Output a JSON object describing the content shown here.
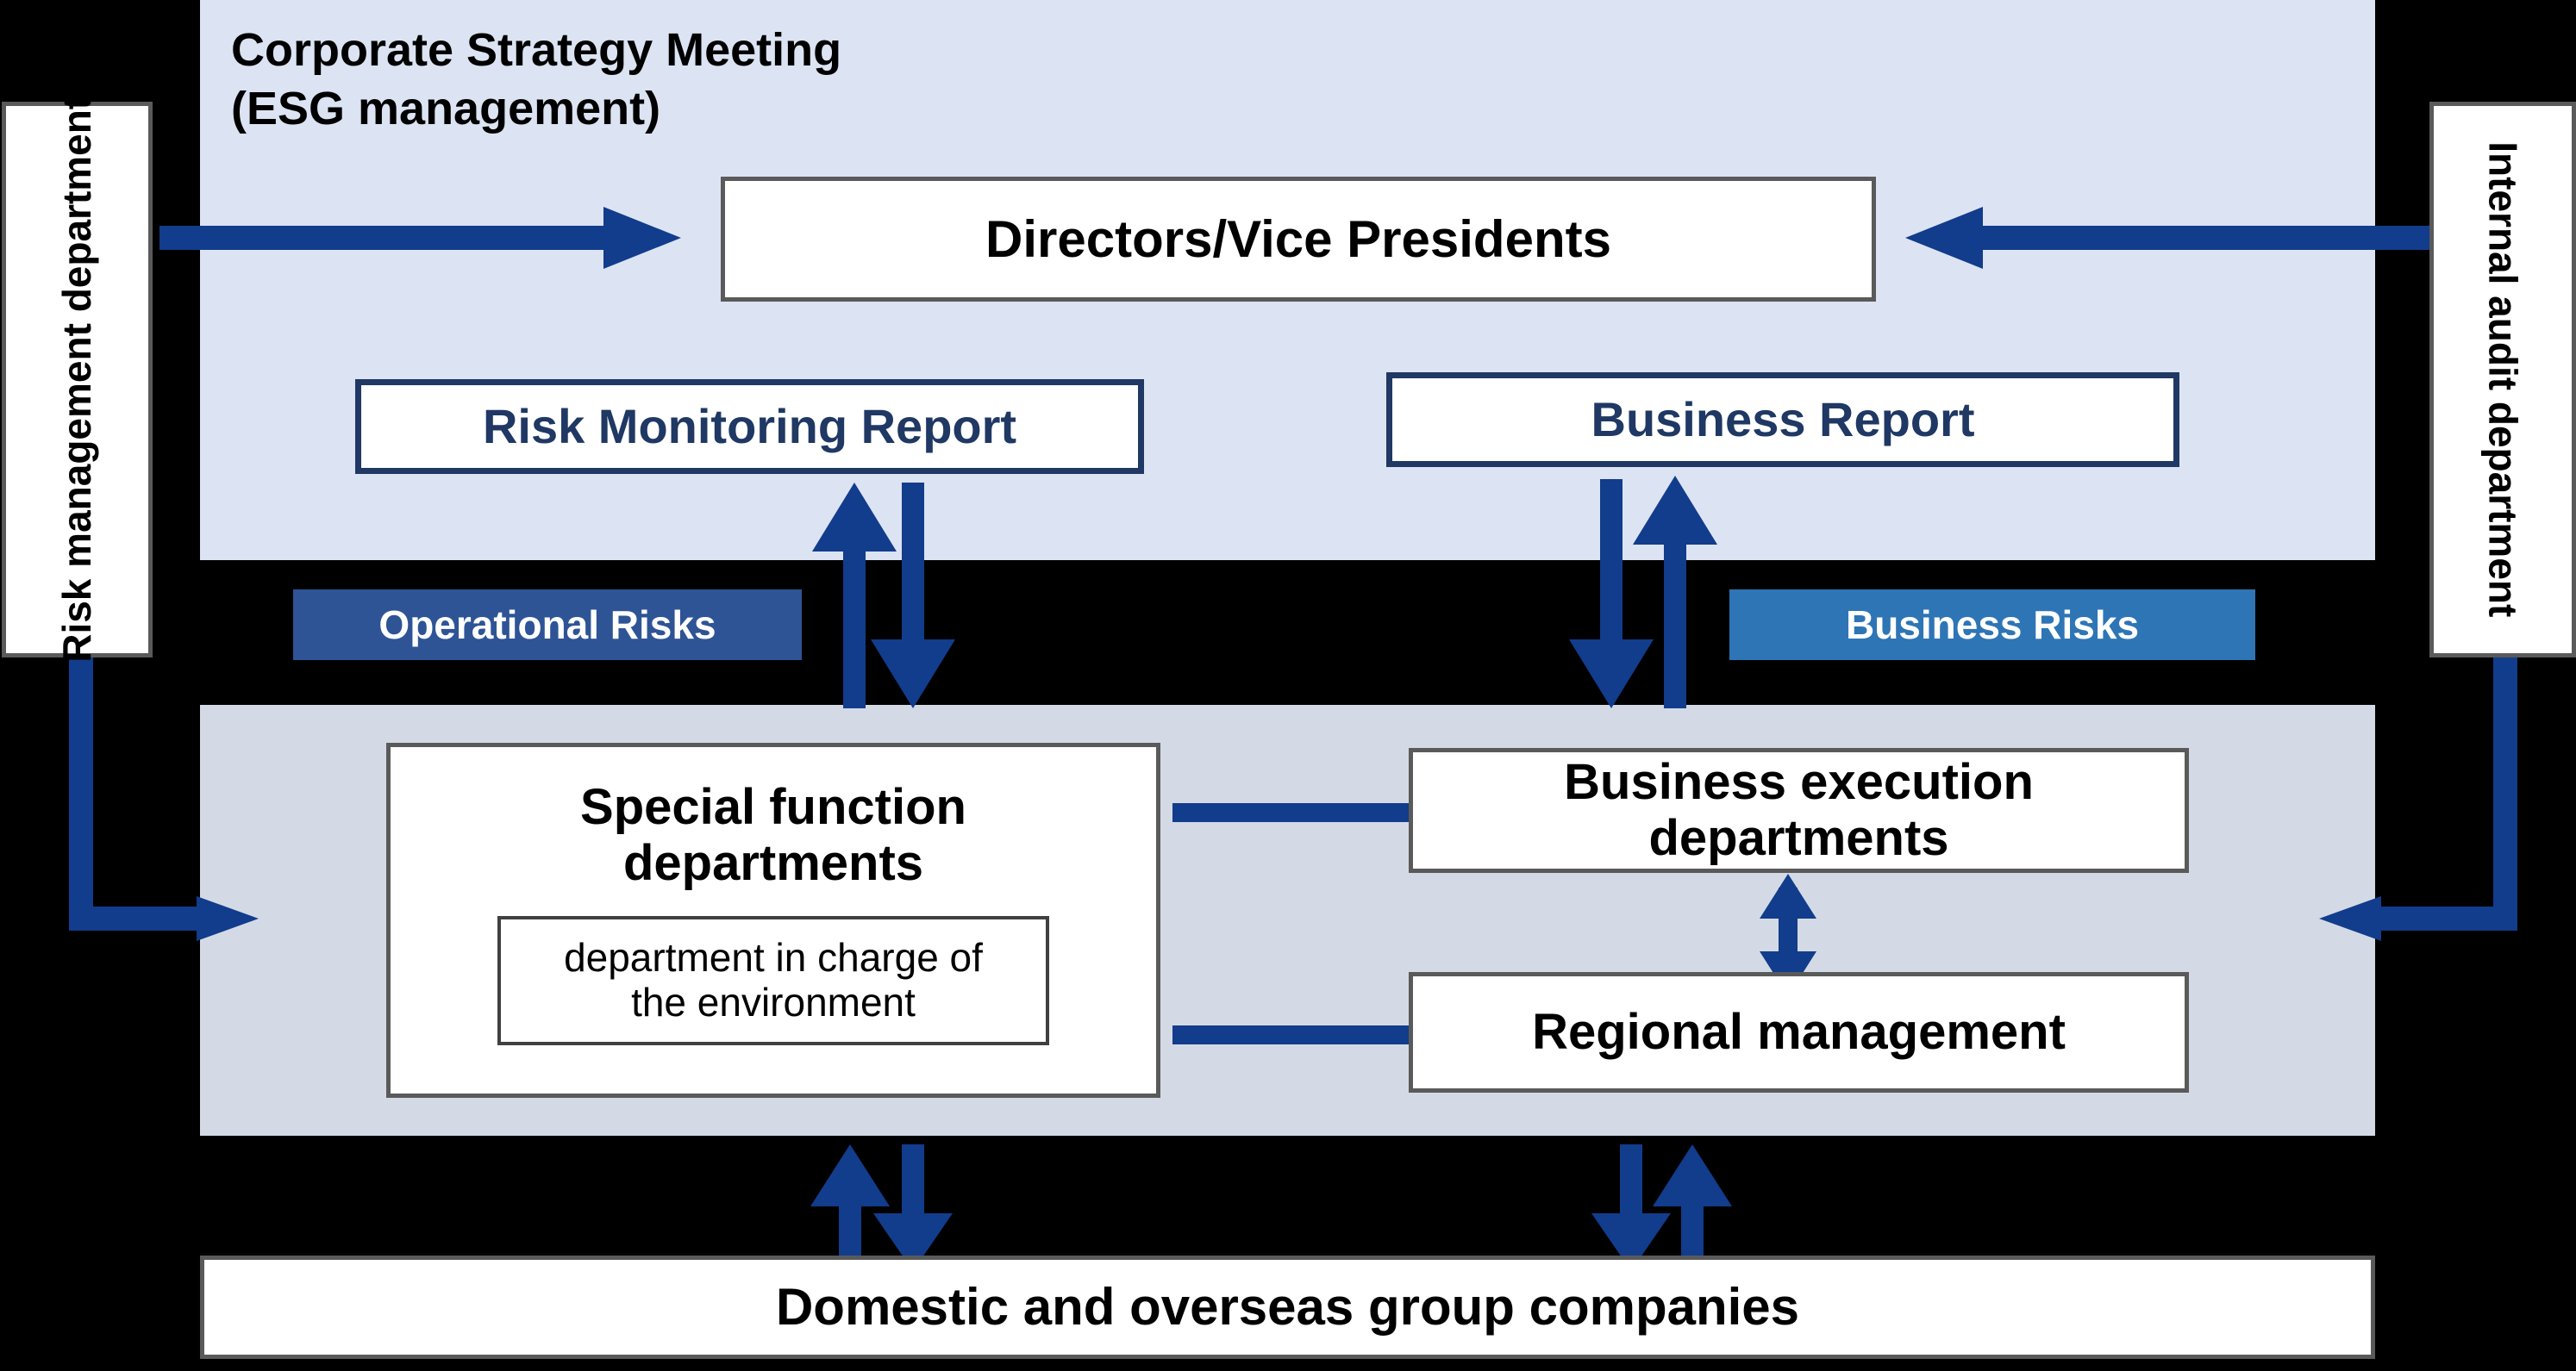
{
  "meeting": {
    "title_line1": "Corporate Strategy Meeting",
    "title_line2": "(ESG management)",
    "directors_box": "Directors/Vice Presidents",
    "risk_report_box": "Risk Monitoring Report",
    "business_report_box": "Business Report"
  },
  "side": {
    "left_label": "Risk management department",
    "right_label": "Internal audit department"
  },
  "badges": {
    "operational_risks": "Operational Risks",
    "business_risks": "Business Risks"
  },
  "execution": {
    "special_function": "Special function departments",
    "environment_dept": "department in charge of the environment",
    "business_execution": "Business execution departments",
    "regional_management": "Regional management"
  },
  "bottom": {
    "group_companies": "Domestic and overseas group companies"
  },
  "colors": {
    "background": "#000000",
    "panel_top": "#dce3f2",
    "panel_mid": "#d4dae5",
    "arrow": "#123c8c",
    "box_border_gray": "#5a5a5a",
    "box_border_navy": "#1f3864",
    "badge_operational": "#2e5496",
    "badge_business": "#2e75b6",
    "report_text": "#1f3864"
  }
}
